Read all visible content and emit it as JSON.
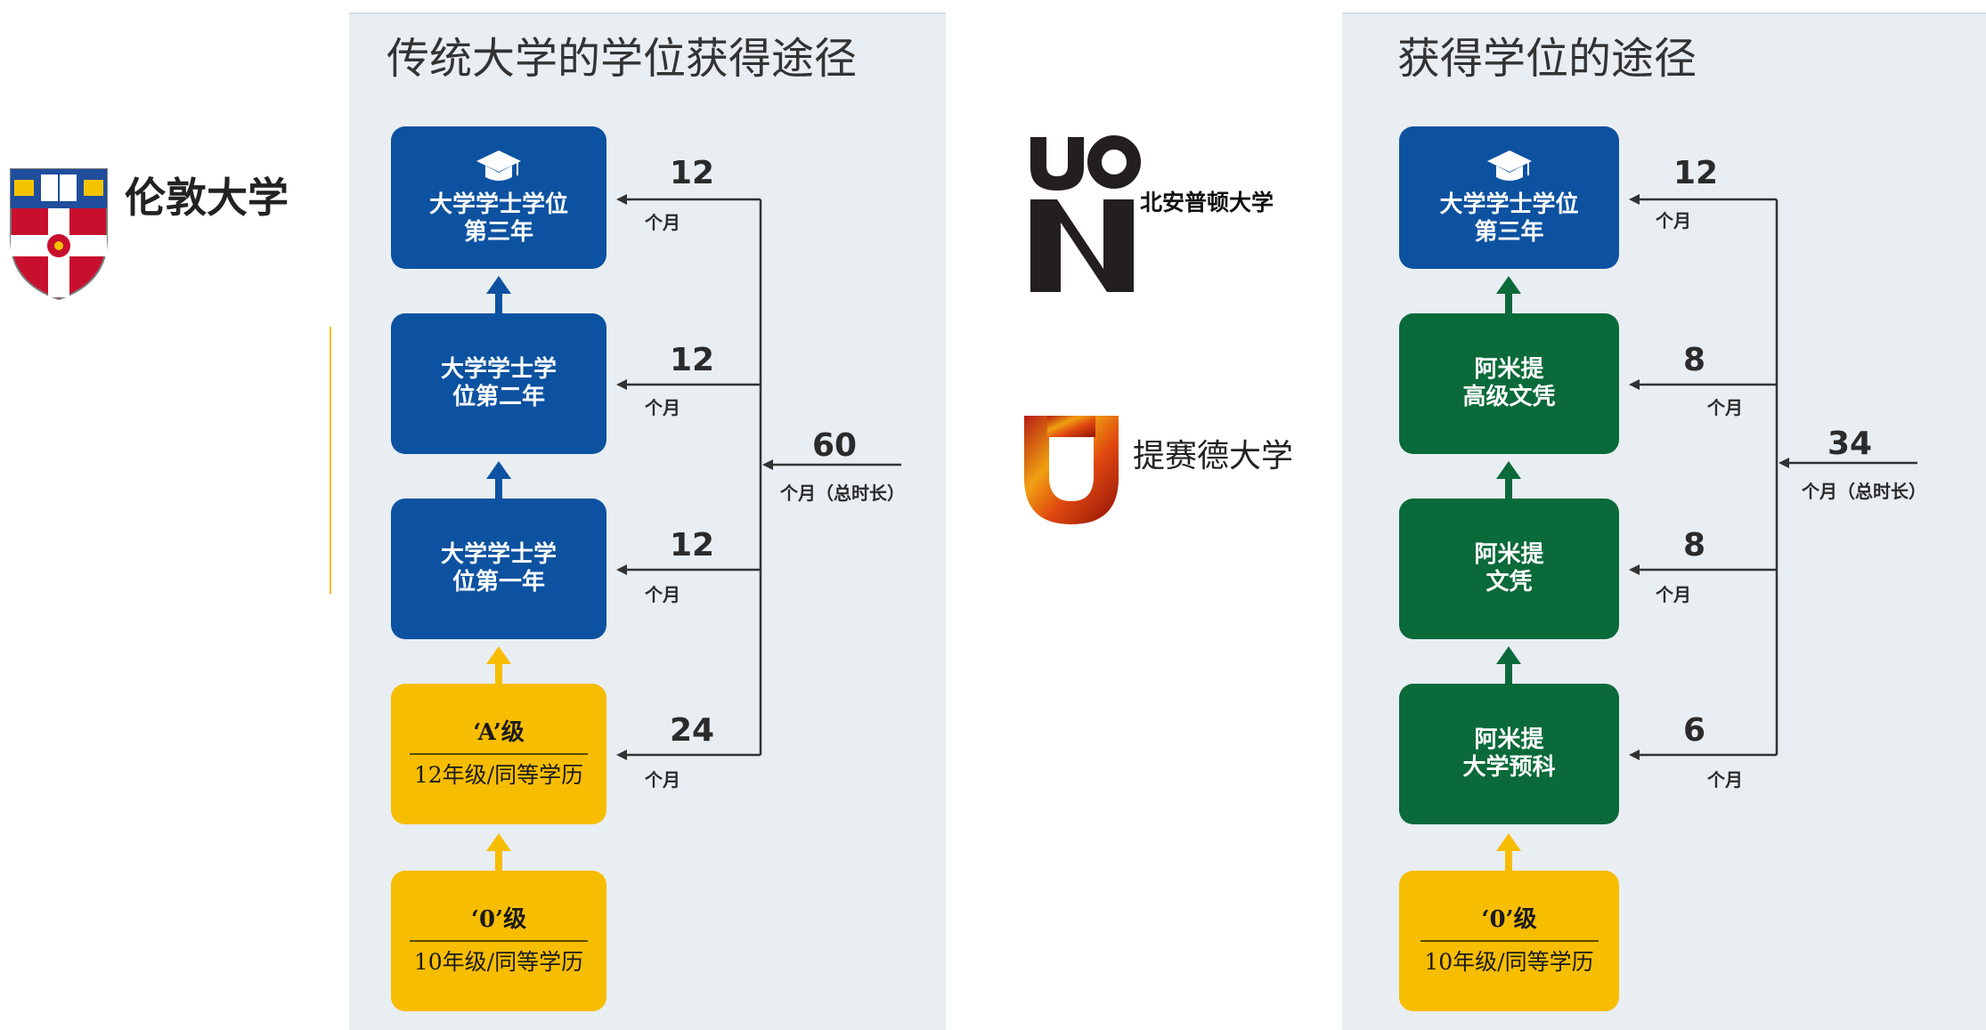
{
  "left_logos": {
    "london": {
      "name": "伦敦大学"
    }
  },
  "middle_logos": {
    "northampton": {
      "mark": "UON",
      "name": "北安普顿大学"
    },
    "teesside": {
      "name": "提赛德大学"
    }
  },
  "left_panel": {
    "title": "传统大学的学位获得途径",
    "boxes": [
      {
        "lines": [
          "大学学士学位",
          "第三年"
        ],
        "color": "blue",
        "cap": true
      },
      {
        "lines": [
          "大学学士学",
          "位第二年"
        ],
        "color": "blue"
      },
      {
        "lines": [
          "大学学士学",
          "位第一年"
        ],
        "color": "blue"
      },
      {
        "head": "‘A’级",
        "sub": "12年级/同等学历",
        "color": "yellow"
      },
      {
        "head": "‘0’级",
        "sub": "10年级/同等学历",
        "color": "yellow"
      }
    ],
    "durations": [
      {
        "value": "12",
        "unit": "个月"
      },
      {
        "value": "12",
        "unit": "个月"
      },
      {
        "value": "12",
        "unit": "个月"
      },
      {
        "value": "24",
        "unit": "个月"
      }
    ],
    "total": {
      "value": "60",
      "unit": "个月（总时长）"
    }
  },
  "right_panel": {
    "title": "获得学位的途径",
    "boxes": [
      {
        "lines": [
          "大学学士学位",
          "第三年"
        ],
        "color": "blue",
        "cap": true
      },
      {
        "lines": [
          "阿米提",
          "高级文凭"
        ],
        "color": "green"
      },
      {
        "lines": [
          "阿米提",
          "文凭"
        ],
        "color": "green"
      },
      {
        "lines": [
          "阿米提",
          "大学预科"
        ],
        "color": "green"
      },
      {
        "head": "‘0’级",
        "sub": "10年级/同等学历",
        "color": "yellow"
      }
    ],
    "durations": [
      {
        "value": "12",
        "unit": "个月"
      },
      {
        "value": "8",
        "unit": "个月"
      },
      {
        "value": "8",
        "unit": "个月"
      },
      {
        "value": "6",
        "unit": "个月"
      }
    ],
    "total": {
      "value": "34",
      "unit": "个月（总时长）"
    }
  },
  "colors": {
    "blue": "#0c52a0",
    "green": "#0b6a3a",
    "yellow": "#f7bd00",
    "panel": "#e9eef3",
    "arrow": "#333333"
  }
}
